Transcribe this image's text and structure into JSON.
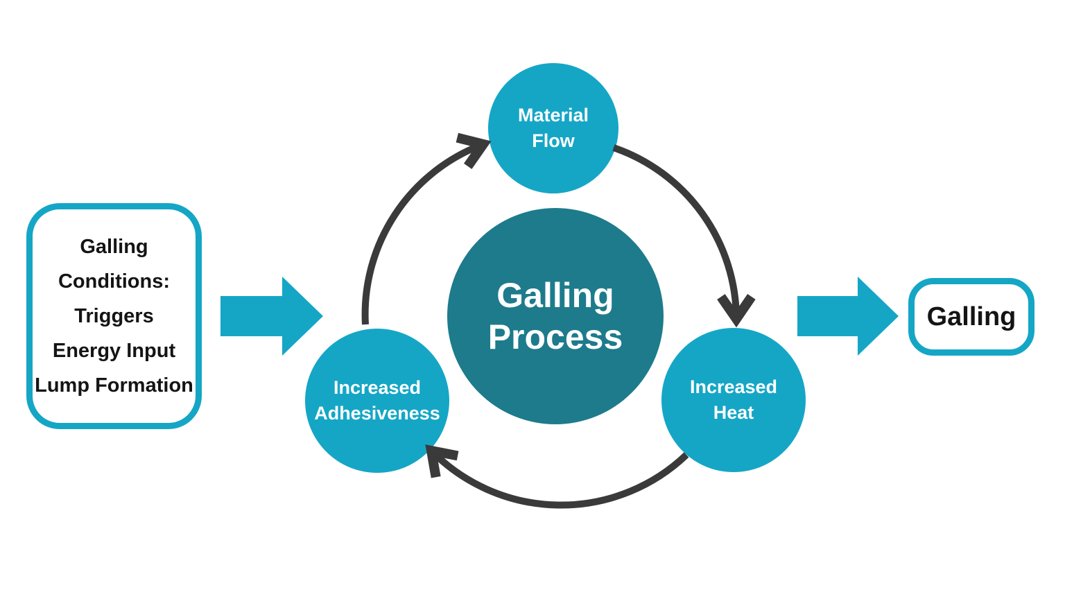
{
  "colors": {
    "cyan": "#15a6c6",
    "dark_teal": "#1d7b8c",
    "cycle_arrow": "#3a3a3a",
    "text_dark": "#141414",
    "text_light": "#ffffff",
    "background": "#ffffff"
  },
  "left_box": {
    "lines": [
      "Galling",
      "Conditions:",
      "Triggers",
      "Energy Input",
      "Lump Formation"
    ]
  },
  "center_circle": {
    "lines": [
      "Galling",
      "Process"
    ]
  },
  "cycle_circles": {
    "top": {
      "lines": [
        "Material",
        "Flow"
      ]
    },
    "right": {
      "lines": [
        "Increased",
        "Heat"
      ]
    },
    "left": {
      "lines": [
        "Increased",
        "Adhesiveness"
      ]
    }
  },
  "result_box": {
    "label": "Galling"
  },
  "icons": {
    "left_flow_arrow": "right-block-arrow",
    "right_flow_arrow": "right-block-arrow",
    "cycle_arrows": "curved-chevron-arrow"
  }
}
